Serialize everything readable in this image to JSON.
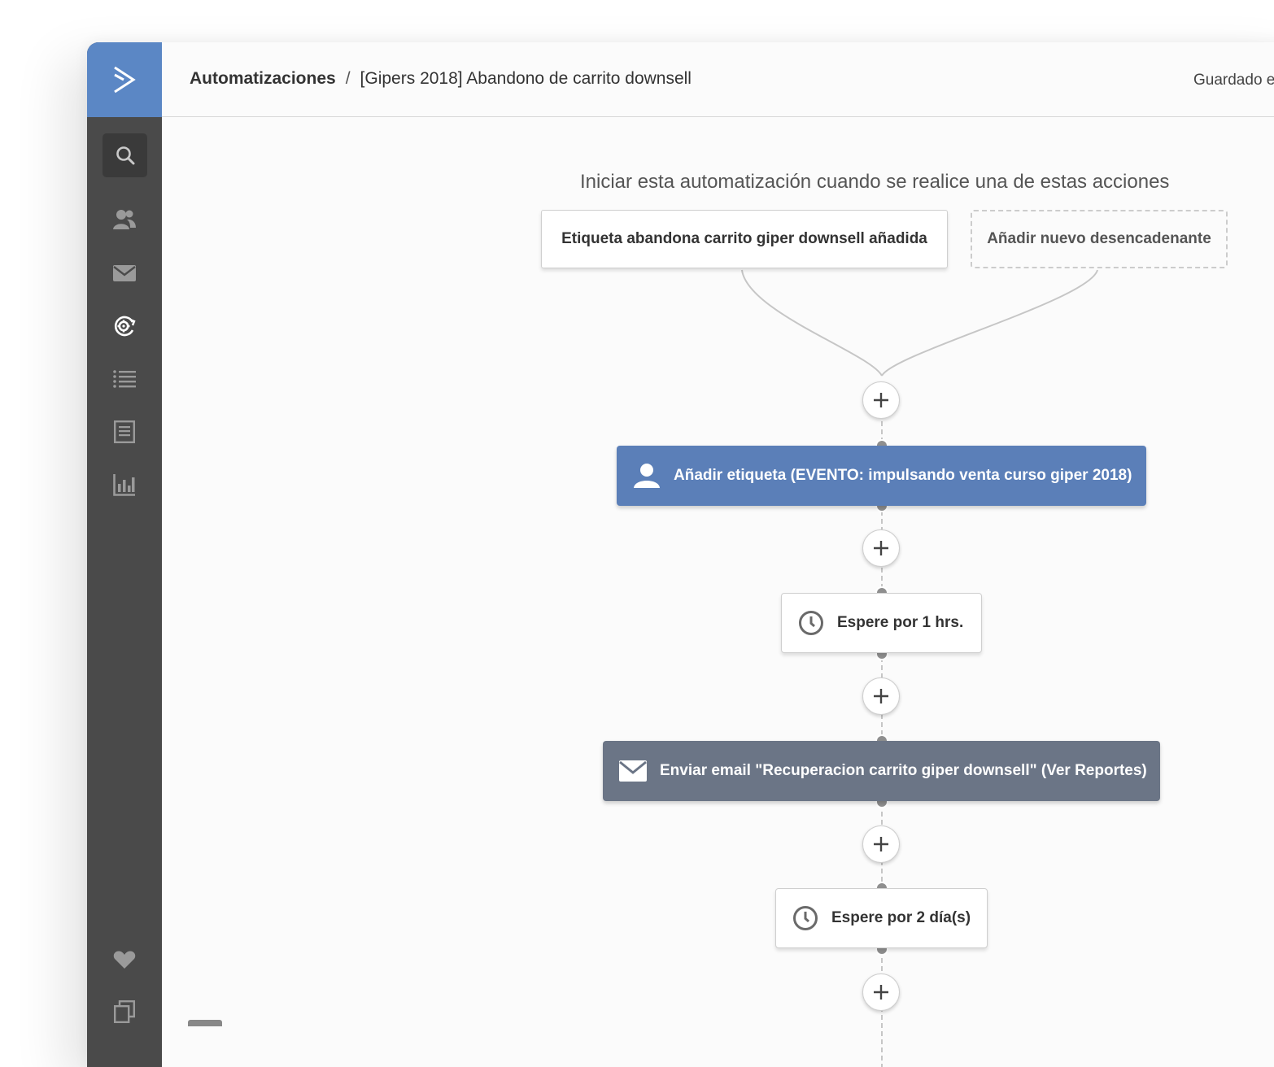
{
  "app": {
    "breadcrumb_root": "Automatizaciones",
    "breadcrumb_separator": "/",
    "breadcrumb_current": "[Gipers 2018] Abandono de carrito downsell",
    "save_status": "Guardado e"
  },
  "sidebar": {
    "items": [
      {
        "name": "search",
        "icon": "search-icon"
      },
      {
        "name": "contacts",
        "icon": "contacts-icon"
      },
      {
        "name": "campaigns",
        "icon": "envelope-icon"
      },
      {
        "name": "automations",
        "icon": "automation-gear-icon",
        "active": true
      },
      {
        "name": "lists",
        "icon": "list-icon"
      },
      {
        "name": "forms",
        "icon": "form-icon"
      },
      {
        "name": "reports",
        "icon": "bar-chart-icon"
      },
      {
        "name": "favorites",
        "icon": "heart-icon"
      },
      {
        "name": "pages",
        "icon": "copy-icon"
      }
    ],
    "brand_color": "#5b87c5",
    "background_color": "#4a4a4a"
  },
  "canvas": {
    "heading": "Iniciar esta automatización cuando se realice una de estas acciones",
    "triggers": [
      {
        "label": "Etiqueta abandona carrito giper downsell añadida"
      },
      {
        "label": "Añadir nuevo desencadenante"
      }
    ],
    "steps": [
      {
        "type": "add-tag",
        "icon": "user-icon",
        "label": "Añadir etiqueta (EVENTO: impulsando venta curso giper 2018)",
        "color": "#5b7fb8"
      },
      {
        "type": "wait",
        "icon": "clock-icon",
        "label": "Espere por 1 hrs."
      },
      {
        "type": "send-email",
        "icon": "envelope-icon",
        "label": "Enviar email \"Recuperacion carrito giper downsell\" (Ver Reportes)",
        "color": "#6b7586"
      },
      {
        "type": "wait",
        "icon": "clock-icon",
        "label": "Espere por 2 día(s)"
      }
    ]
  }
}
